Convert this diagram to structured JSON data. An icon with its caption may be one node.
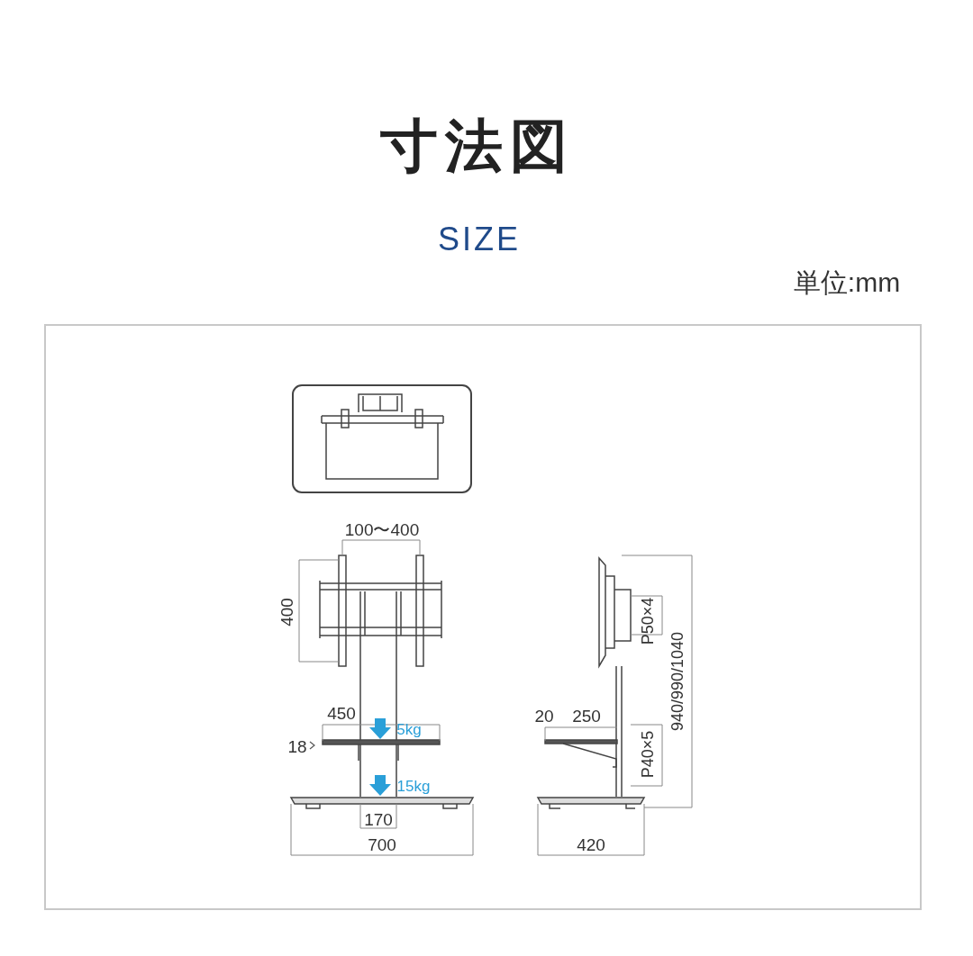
{
  "diagram": {
    "title": "寸法図",
    "labels": [
      "SIZE",
      "単位:mm",
      "100〜400",
      "400",
      "450",
      "5kg",
      "18",
      "15kg",
      "170",
      "700",
      "P50×4",
      "940/990/1040",
      "20",
      "250",
      "P40×5",
      "420"
    ]
  }
}
